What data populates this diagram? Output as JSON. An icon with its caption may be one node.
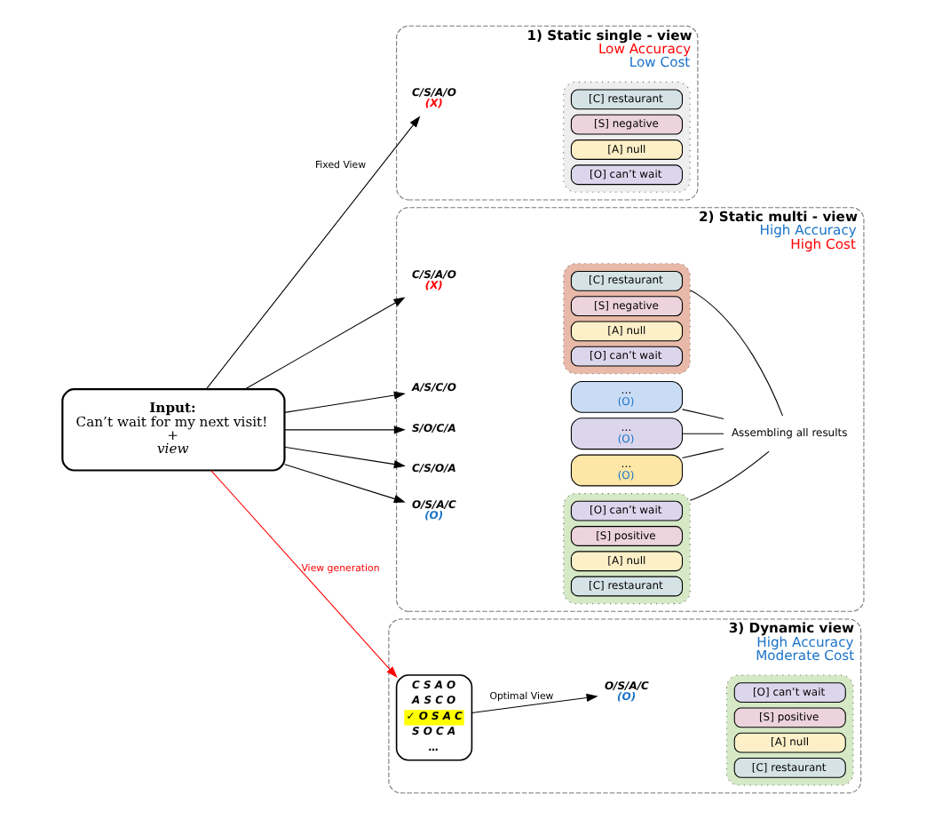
{
  "diagram": {
    "nodes": [
      {
        "text": [
          "Input:",
          "Can’t wait for my next visit!",
          "+",
          "view"
        ]
      },
      {
        "text": [
          "1) Static single - view",
          "Low Accuracy",
          "Low Cost"
        ]
      },
      {
        "text": [
          "C/S/A/O",
          "(X)"
        ],
        "in": 1
      },
      {
        "text": [],
        "shape": "box",
        "in": 1
      },
      {
        "text": [
          "[C] restaurant"
        ],
        "in": 3
      },
      {
        "text": [
          "[S] negative"
        ],
        "in": 3
      },
      {
        "text": [
          "[A] null"
        ],
        "in": 3
      },
      {
        "text": [
          "[O] can’t wait"
        ],
        "in": 3
      },
      {
        "text": [
          "2) Static multi - view",
          "High Accuracy",
          "High Cost"
        ]
      },
      {
        "text": [
          "C/S/A/O",
          "(X)"
        ],
        "in": 8
      },
      {
        "text": [],
        "shape": "box",
        "in": 8
      },
      {
        "text": [
          "[C] restaurant"
        ],
        "in": 10
      },
      {
        "text": [
          "[S] negative"
        ],
        "in": 10
      },
      {
        "text": [
          "[A] null"
        ],
        "in": 10
      },
      {
        "text": [
          "[O] can’t wait"
        ],
        "in": 10
      },
      {
        "text": [
          "A/S/C/O"
        ],
        "in": 8
      },
      {
        "text": [
          "…",
          "(O)"
        ],
        "in": 8
      },
      {
        "text": [
          "S/O/C/A"
        ],
        "in": 8
      },
      {
        "text": [
          "…",
          "(O)"
        ],
        "in": 8
      },
      {
        "text": [
          "C/S/O/A"
        ],
        "in": 8
      },
      {
        "text": [
          "…",
          "(O)"
        ],
        "in": 8
      },
      {
        "text": [
          "O/S/A/C",
          "(O)"
        ],
        "in": 8
      },
      {
        "text": [],
        "shape": "box",
        "in": 8
      },
      {
        "text": [
          "[O] can’t wait"
        ],
        "in": 22
      },
      {
        "text": [
          "[S] positive"
        ],
        "in": 22
      },
      {
        "text": [
          "[A] null"
        ],
        "in": 22
      },
      {
        "text": [
          "[C] restaurant"
        ],
        "in": 22
      },
      {
        "text": [
          "Assembling all results"
        ],
        "in": 8
      },
      {
        "text": [
          "3) Dynamic view",
          "High Accuracy",
          "Moderate Cost"
        ]
      },
      {
        "text": [
          "C S A O",
          "A S C O",
          "✓ O S A C",
          "S O C A",
          "…"
        ],
        "in": 28
      },
      {
        "text": [
          "O/S/A/C",
          "(O)"
        ],
        "in": 28
      },
      {
        "text": [],
        "shape": "box",
        "in": 28
      },
      {
        "text": [
          "[O] can’t wait"
        ],
        "in": 31
      },
      {
        "text": [
          "[S] positive"
        ],
        "in": 31
      },
      {
        "text": [
          "[A] null"
        ],
        "in": 31
      },
      {
        "text": [
          "[C] restaurant"
        ],
        "in": 31
      }
    ],
    "edges": [
      {
        "from": 0,
        "to": 2,
        "arrow": "to",
        "label": "Fixed View"
      },
      {
        "from": 0,
        "to": 9,
        "arrow": "to"
      },
      {
        "from": 0,
        "to": 15,
        "arrow": "to"
      },
      {
        "from": 0,
        "to": 17,
        "arrow": "to"
      },
      {
        "from": 0,
        "to": 19,
        "arrow": "to"
      },
      {
        "from": 0,
        "to": 21,
        "arrow": "to"
      },
      {
        "from": 10,
        "to": 27,
        "arrow": "none"
      },
      {
        "from": 16,
        "to": 27,
        "arrow": "none"
      },
      {
        "from": 18,
        "to": 27,
        "arrow": "none"
      },
      {
        "from": 20,
        "to": 27,
        "arrow": "none"
      },
      {
        "from": 22,
        "to": 27,
        "arrow": "none"
      },
      {
        "from": 0,
        "to": 29,
        "arrow": "to",
        "label": "View generation",
        "color": "#ff0000"
      },
      {
        "from": 29,
        "to": 30,
        "arrow": "to",
        "label": "Optimal View"
      }
    ]
  }
}
